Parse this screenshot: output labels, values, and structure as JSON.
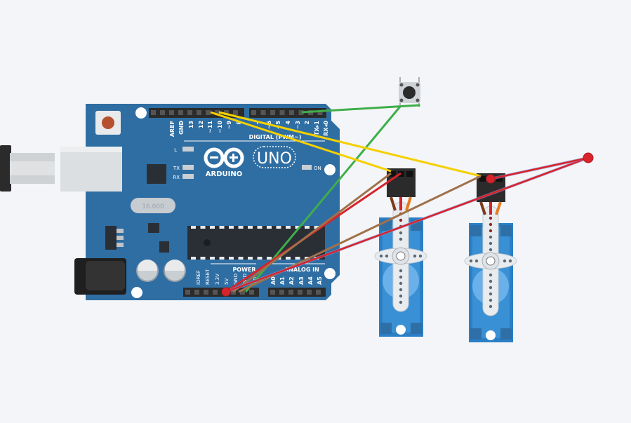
{
  "board": {
    "brand": "ARDUINO",
    "model": "UNO",
    "power_label": "POWER",
    "analog_label": "ANALOG IN",
    "digital_label": "DIGITAL (PWM~)",
    "on_label": "ON",
    "l_label": "L",
    "tx_label": "TX",
    "rx_label": "RX",
    "crystal_text": "16.000",
    "digital_pins": [
      "AREF",
      "GND",
      "13",
      "12",
      "~11",
      "~10",
      "~9",
      "8",
      "7",
      "~6",
      "~5",
      "4",
      "~3",
      "2",
      "TX▸1",
      "RX◂0"
    ],
    "power_pins": [
      "IOREF",
      "RESET",
      "3.3V",
      "5V",
      "GND",
      "GND",
      "Vin"
    ],
    "analog_pins": [
      "A0",
      "A1",
      "A2",
      "A3",
      "A4",
      "A5"
    ]
  },
  "components": {
    "button": "push-button",
    "servo_1": "micro-servo",
    "servo_2": "micro-servo"
  },
  "wire_colors": {
    "signal": "#f5d000",
    "ground": "#3fae49",
    "power": "#d8232a",
    "brown": "#a0714a",
    "probe": "#d8232a"
  },
  "colors": {
    "board": "#2f6ea3",
    "board_dark": "#245a87",
    "background": "#f3f5f8",
    "servo_body": "#2a7fc6"
  }
}
